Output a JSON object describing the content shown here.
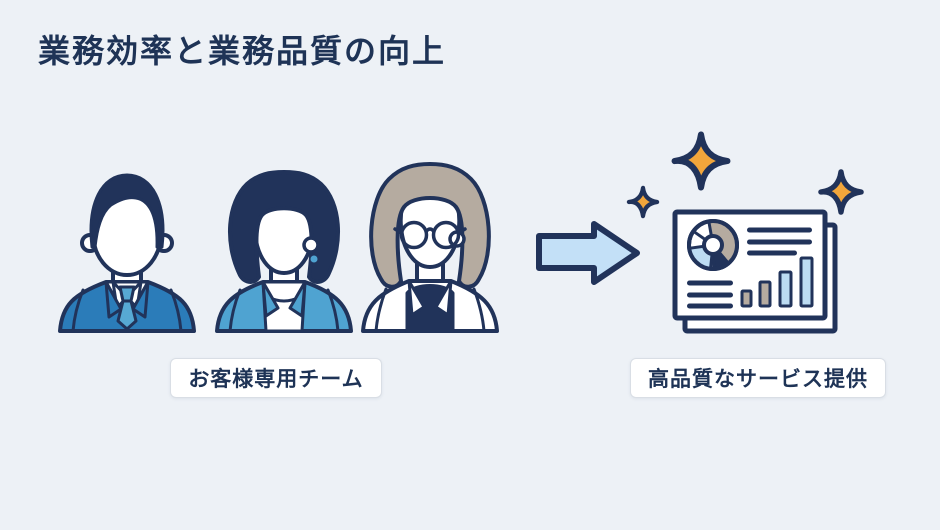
{
  "title": "業務効率と業務品質の向上",
  "team": {
    "label": "お客様専用チーム",
    "members": [
      "businessman-suit",
      "businesswoman-bob",
      "businesswoman-glasses"
    ]
  },
  "result": {
    "label": "高品質なサービス提供"
  },
  "arrow": {
    "direction": "right"
  },
  "sparkles": {
    "count": 3
  },
  "report_card": {
    "elements": [
      "donut-chart",
      "text-lines",
      "bar-chart"
    ],
    "bar_relative_heights": [
      15,
      24,
      34,
      48
    ]
  },
  "colors": {
    "background": "#edf1f6",
    "navy": "#21335a",
    "title_text": "#1e3356",
    "suit_blue": "#2b7cb9",
    "blazer_blue": "#4fa3d1",
    "arrow_fill": "#c3e0f7",
    "chart_blue": "#bcdcf2",
    "taupe": "#b5aba0",
    "sparkle_orange": "#f2a63b",
    "label_border": "#d9dee5"
  }
}
